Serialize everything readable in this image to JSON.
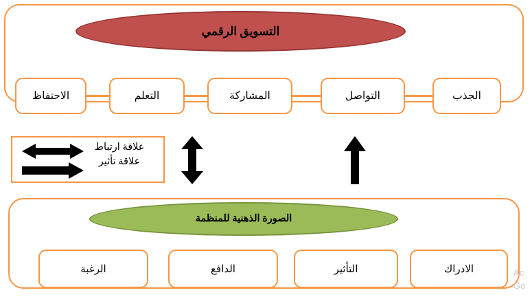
{
  "diagram": {
    "title_top": "التسويق الرقمي",
    "title_bottom": "الصورة الذهنية للمنظمة",
    "colors": {
      "frame_orange": "#F79646",
      "ellipse_red_fill": "#C0504D",
      "ellipse_red_border": "#943634",
      "ellipse_green_fill": "#9BBB59",
      "ellipse_green_border": "#77933C",
      "arrow_black": "#000000",
      "text_black": "#000000"
    },
    "top_section": {
      "ellipse_label": "التسويق الرقمي",
      "nodes": [
        {
          "label": "الاحتفاظ"
        },
        {
          "label": "التعلم"
        },
        {
          "label": "المشاركة"
        },
        {
          "label": "التواصل"
        },
        {
          "label": "الجذب"
        }
      ]
    },
    "bottom_section": {
      "ellipse_label": "الصورة الذهنية للمنظمة",
      "nodes": [
        {
          "label": "الرغبة"
        },
        {
          "label": "الدافع"
        },
        {
          "label": "التأثير"
        },
        {
          "label": "الادراك"
        }
      ]
    },
    "legend": {
      "items": [
        {
          "label": "علاقة ارتباط",
          "arrow": "double-headed-arrow-icon"
        },
        {
          "label": "علاقة تأثير",
          "arrow": "single-headed-arrow-icon"
        }
      ]
    },
    "connectors": {
      "vertical_double_arrow": "double-headed-vertical-arrow-icon",
      "vertical_up_arrow": "up-arrow-icon"
    },
    "watermark": {
      "line1": "Ac",
      "line2": "Go"
    }
  }
}
